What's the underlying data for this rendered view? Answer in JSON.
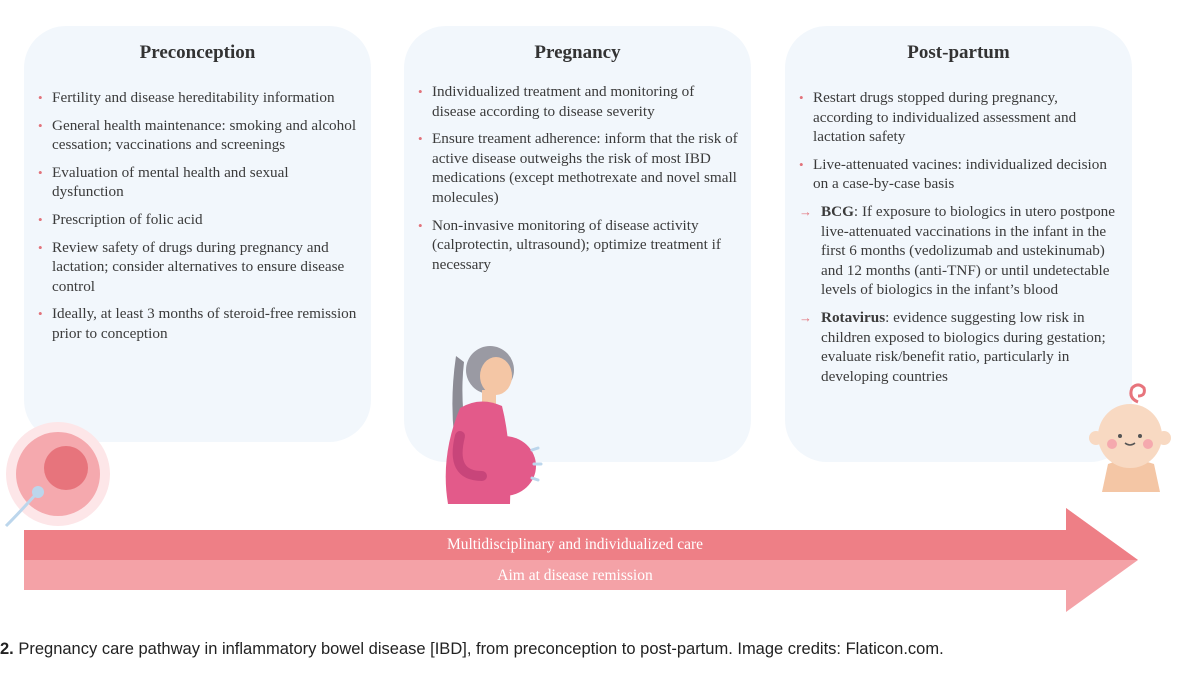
{
  "columns": [
    {
      "title": "Preconception",
      "items": [
        {
          "text": "Fertility and disease hereditability information"
        },
        {
          "text": "General health maintenance: smoking and alcohol cessation; vaccinations and screenings"
        },
        {
          "text": "Evaluation of mental health and sexual dysfunction"
        },
        {
          "text": "Prescription of folic acid"
        },
        {
          "text": "Review safety of drugs during pregnancy and lactation; consider alternatives to ensure disease control"
        },
        {
          "text": "Ideally, at least 3 months of steroid-free remission prior to conception"
        }
      ]
    },
    {
      "title": "Pregnancy",
      "items": [
        {
          "text": "Individualized treatment and monitoring of disease according to disease severity"
        },
        {
          "text": "Ensure treament adherence: inform that the risk of active disease outweighs the risk of most IBD medications (except methotrexate and novel small molecules)"
        },
        {
          "text": "Non-invasive monitoring of disease activity (calprotectin, ultrasound); optimize treatment if necessary"
        }
      ]
    },
    {
      "title": "Post-partum",
      "items": [
        {
          "text": "Restart drugs stopped during pregnancy, according to individualized assessment and lactation safety"
        },
        {
          "text": "Live-attenuated vacines: individualized decision on a case-by-case basis"
        },
        {
          "sub": true,
          "key": "BCG",
          "text": ": If exposure to biologics in utero postpone live-attenuated vaccinations in the infant in the first 6 months (vedolizumab and ustekinumab) and 12 months (anti-TNF) or until undetectable levels of biologics in the infant’s blood"
        },
        {
          "sub": true,
          "key": "Rotavirus",
          "text": ": evidence suggesting low risk in children exposed to biologics during gestation; evaluate risk/benefit ratio, particularly in developing countries"
        }
      ]
    }
  ],
  "arrow": {
    "label_top": "Multidisciplinary and individualized care",
    "label_bottom": "Aim at disease remission"
  },
  "caption": {
    "number": "2.",
    "text": " Pregnancy care pathway in inflammatory bowel disease [IBD], from preconception to post-partum. Image credits: Flaticon.com."
  },
  "colors": {
    "panel_bg": "#f2f7fc",
    "bullet": "#e2737b",
    "arrow_dark": "#ee7f86",
    "arrow_light": "#f4a2a7"
  },
  "icons": [
    "egg-cell-icon",
    "pregnant-woman-icon",
    "baby-icon"
  ]
}
